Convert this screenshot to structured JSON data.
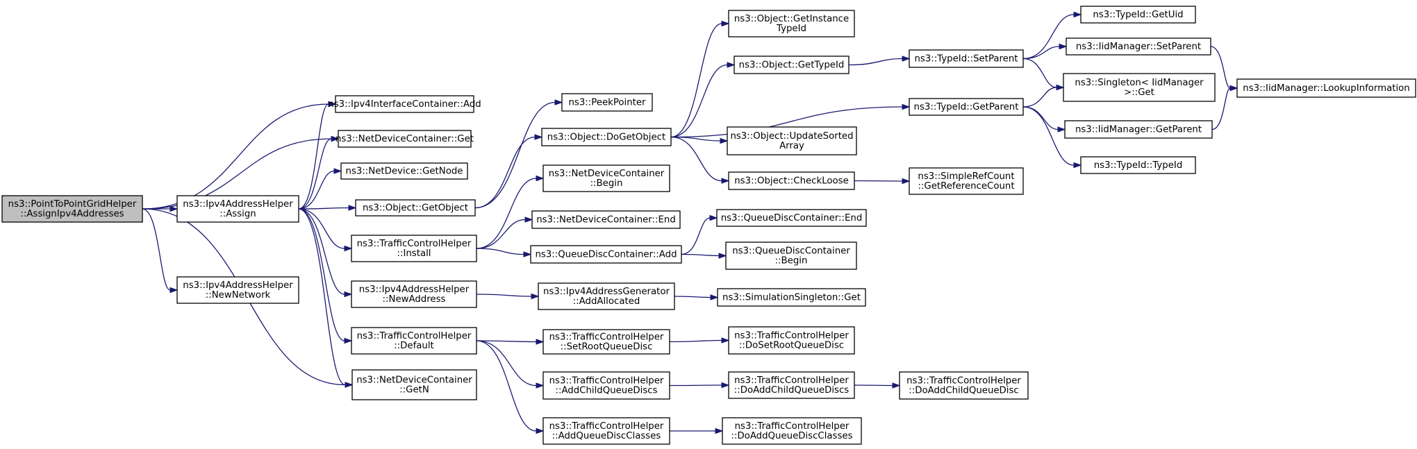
{
  "graph": {
    "root": "assign_ipv4",
    "nodes": [
      {
        "id": "assign_ipv4",
        "lines": [
          "ns3::PointToPointGridHelper",
          "::AssignIpv4Addresses"
        ],
        "root": true
      },
      {
        "id": "ifc_add",
        "lines": [
          "ns3::Ipv4InterfaceContainer::Add"
        ]
      },
      {
        "id": "ndc_get",
        "lines": [
          "ns3::NetDeviceContainer::Get"
        ]
      },
      {
        "id": "ipv4_assign",
        "lines": [
          "ns3::Ipv4AddressHelper",
          "::Assign"
        ]
      },
      {
        "id": "newnetwork",
        "lines": [
          "ns3::Ipv4AddressHelper",
          "::NewNetwork"
        ]
      },
      {
        "id": "ndc_getn",
        "lines": [
          "ns3::NetDeviceContainer",
          "::GetN"
        ]
      },
      {
        "id": "nd_getnode",
        "lines": [
          "ns3::NetDevice::GetNode"
        ]
      },
      {
        "id": "obj_getobject",
        "lines": [
          "ns3::Object::GetObject"
        ]
      },
      {
        "id": "tch_install",
        "lines": [
          "ns3::TrafficControlHelper",
          "::Install"
        ]
      },
      {
        "id": "newaddress",
        "lines": [
          "ns3::Ipv4AddressHelper",
          "::NewAddress"
        ]
      },
      {
        "id": "tch_default",
        "lines": [
          "ns3::TrafficControlHelper",
          "::Default"
        ]
      },
      {
        "id": "peekpointer",
        "lines": [
          "ns3::PeekPointer"
        ]
      },
      {
        "id": "dogetobject",
        "lines": [
          "ns3::Object::DoGetObject"
        ]
      },
      {
        "id": "ndc_begin",
        "lines": [
          "ns3::NetDeviceContainer",
          "::Begin"
        ]
      },
      {
        "id": "ndc_end",
        "lines": [
          "ns3::NetDeviceContainer::End"
        ]
      },
      {
        "id": "qdc_add",
        "lines": [
          "ns3::QueueDiscContainer::Add"
        ]
      },
      {
        "id": "addallocated",
        "lines": [
          "ns3::Ipv4AddressGenerator",
          "::AddAllocated"
        ]
      },
      {
        "id": "setrootqd",
        "lines": [
          "ns3::TrafficControlHelper",
          "::SetRootQueueDisc"
        ]
      },
      {
        "id": "addchildqds",
        "lines": [
          "ns3::TrafficControlHelper",
          "::AddChildQueueDiscs"
        ]
      },
      {
        "id": "addqdclasses",
        "lines": [
          "ns3::TrafficControlHelper",
          "::AddQueueDiscClasses"
        ]
      },
      {
        "id": "getinstancetypeid",
        "lines": [
          "ns3::Object::GetInstance",
          "TypeId"
        ]
      },
      {
        "id": "obj_gettypeid",
        "lines": [
          "ns3::Object::GetTypeId"
        ]
      },
      {
        "id": "updatesorted",
        "lines": [
          "ns3::Object::UpdateSorted",
          "Array"
        ]
      },
      {
        "id": "checkloose",
        "lines": [
          "ns3::Object::CheckLoose"
        ]
      },
      {
        "id": "qdc_end",
        "lines": [
          "ns3::QueueDiscContainer::End"
        ]
      },
      {
        "id": "qdc_begin",
        "lines": [
          "ns3::QueueDiscContainer",
          "::Begin"
        ]
      },
      {
        "id": "simsingleton_get",
        "lines": [
          "ns3::SimulationSingleton::Get"
        ]
      },
      {
        "id": "dosetrootqd",
        "lines": [
          "ns3::TrafficControlHelper",
          "::DoSetRootQueueDisc"
        ]
      },
      {
        "id": "doaddchildqds",
        "lines": [
          "ns3::TrafficControlHelper",
          "::DoAddChildQueueDiscs"
        ]
      },
      {
        "id": "doaddqdclasses",
        "lines": [
          "ns3::TrafficControlHelper",
          "::DoAddQueueDiscClasses"
        ]
      },
      {
        "id": "typeid_setparent",
        "lines": [
          "ns3::TypeId::SetParent"
        ]
      },
      {
        "id": "typeid_getparent",
        "lines": [
          "ns3::TypeId::GetParent"
        ]
      },
      {
        "id": "getrefcount",
        "lines": [
          "ns3::SimpleRefCount",
          "::GetReferenceCount"
        ]
      },
      {
        "id": "doaddchildqd",
        "lines": [
          "ns3::TrafficControlHelper",
          "::DoAddChildQueueDisc"
        ]
      },
      {
        "id": "typeid_getuid",
        "lines": [
          "ns3::TypeId::GetUid"
        ]
      },
      {
        "id": "iid_setparent",
        "lines": [
          "ns3::IidManager::SetParent"
        ]
      },
      {
        "id": "singleton_iid_get",
        "lines": [
          "ns3::Singleton< IidManager",
          ">::Get"
        ]
      },
      {
        "id": "iid_getparent",
        "lines": [
          "ns3::IidManager::GetParent"
        ]
      },
      {
        "id": "typeid_typeid",
        "lines": [
          "ns3::TypeId::TypeId"
        ]
      },
      {
        "id": "iid_lookupinfo",
        "lines": [
          "ns3::IidManager::LookupInformation"
        ]
      }
    ],
    "edges": [
      [
        "assign_ipv4",
        "ifc_add"
      ],
      [
        "assign_ipv4",
        "ndc_get"
      ],
      [
        "assign_ipv4",
        "ipv4_assign"
      ],
      [
        "assign_ipv4",
        "newnetwork"
      ],
      [
        "assign_ipv4",
        "ndc_getn"
      ],
      [
        "ipv4_assign",
        "ifc_add"
      ],
      [
        "ipv4_assign",
        "ndc_get"
      ],
      [
        "ipv4_assign",
        "nd_getnode"
      ],
      [
        "ipv4_assign",
        "obj_getobject"
      ],
      [
        "ipv4_assign",
        "tch_install"
      ],
      [
        "ipv4_assign",
        "newaddress"
      ],
      [
        "ipv4_assign",
        "tch_default"
      ],
      [
        "ipv4_assign",
        "ndc_getn"
      ],
      [
        "obj_getobject",
        "peekpointer"
      ],
      [
        "obj_getobject",
        "dogetobject"
      ],
      [
        "tch_install",
        "ndc_begin"
      ],
      [
        "tch_install",
        "ndc_end"
      ],
      [
        "tch_install",
        "qdc_add"
      ],
      [
        "newaddress",
        "addallocated"
      ],
      [
        "tch_default",
        "setrootqd"
      ],
      [
        "tch_default",
        "addchildqds"
      ],
      [
        "tch_default",
        "addqdclasses"
      ],
      [
        "dogetobject",
        "getinstancetypeid"
      ],
      [
        "dogetobject",
        "obj_gettypeid"
      ],
      [
        "dogetobject",
        "typeid_getparent"
      ],
      [
        "dogetobject",
        "updatesorted"
      ],
      [
        "dogetobject",
        "checkloose"
      ],
      [
        "qdc_add",
        "qdc_end"
      ],
      [
        "qdc_add",
        "qdc_begin"
      ],
      [
        "addallocated",
        "simsingleton_get"
      ],
      [
        "setrootqd",
        "dosetrootqd"
      ],
      [
        "addchildqds",
        "doaddchildqds"
      ],
      [
        "addqdclasses",
        "doaddqdclasses"
      ],
      [
        "obj_gettypeid",
        "typeid_setparent"
      ],
      [
        "checkloose",
        "getrefcount"
      ],
      [
        "doaddchildqds",
        "doaddchildqd"
      ],
      [
        "typeid_setparent",
        "typeid_getuid"
      ],
      [
        "typeid_setparent",
        "iid_setparent"
      ],
      [
        "typeid_setparent",
        "singleton_iid_get"
      ],
      [
        "typeid_getparent",
        "singleton_iid_get"
      ],
      [
        "typeid_getparent",
        "iid_getparent"
      ],
      [
        "typeid_getparent",
        "typeid_typeid"
      ],
      [
        "iid_setparent",
        "iid_lookupinfo"
      ],
      [
        "iid_getparent",
        "iid_lookupinfo"
      ]
    ]
  },
  "colors": {
    "edge": "#191970",
    "node_border": "#000000",
    "node_fill": "#ffffff",
    "root_fill": "#bfbfbf"
  }
}
